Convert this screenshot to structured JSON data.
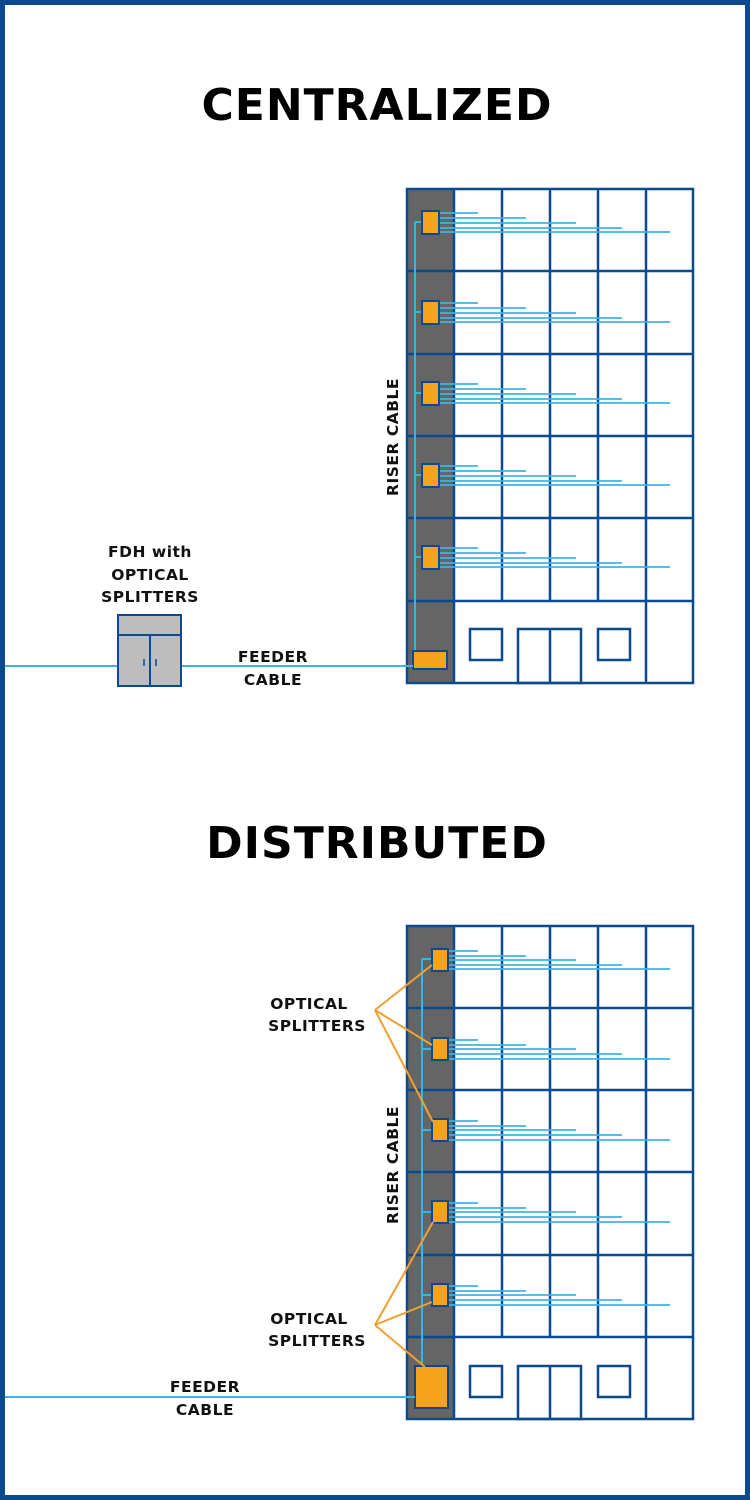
{
  "colors": {
    "border": "#0b4a8f",
    "building_outline": "#0b4a8f",
    "riser_shaft": "#656565",
    "fiber": "#3bb4e5",
    "splitter": "#f7a21b",
    "leader": "#f0a030",
    "fdh_cabinet": "#bdbdbd",
    "text": "#111111"
  },
  "centralized": {
    "title": "CENTRALIZED",
    "riser_label": "RISER CABLE",
    "fdh_label": [
      "FDH with",
      "OPTICAL",
      "SPLITTERS"
    ],
    "feeder_label": [
      "FEEDER",
      "CABLE"
    ],
    "floors": 5,
    "fibers_per_floor": 5,
    "icons": [
      "building-icon",
      "splitter-icon",
      "fdh-cabinet-icon"
    ]
  },
  "distributed": {
    "title": "DISTRIBUTED",
    "riser_label": "RISER CABLE",
    "splitters_label_top": [
      "OPTICAL",
      "SPLITTERS"
    ],
    "splitters_label_bottom": [
      "OPTICAL",
      "SPLITTERS"
    ],
    "feeder_label": [
      "FEEDER",
      "CABLE"
    ],
    "floors": 5,
    "fibers_per_floor": 5,
    "icons": [
      "building-icon",
      "splitter-icon"
    ]
  }
}
